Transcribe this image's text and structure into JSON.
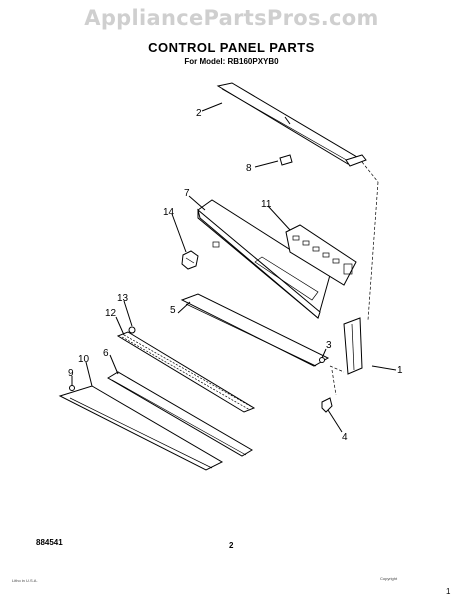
{
  "watermark": "AppliancePartsPros.com",
  "title": "CONTROL PANEL PARTS",
  "model_line": "For Model: RB160PXYB0",
  "footer": {
    "doc_number": "884541",
    "page_number": "2",
    "fine_print_left": "Litho in U.S.A.",
    "fine_print_right": "Copyright",
    "corner_mark": "1"
  },
  "parts": [
    {
      "number": "1"
    },
    {
      "number": "2"
    },
    {
      "number": "3"
    },
    {
      "number": "4"
    },
    {
      "number": "5"
    },
    {
      "number": "6"
    },
    {
      "number": "7"
    },
    {
      "number": "8"
    },
    {
      "number": "9"
    },
    {
      "number": "10"
    },
    {
      "number": "11"
    },
    {
      "number": "12"
    },
    {
      "number": "13"
    },
    {
      "number": "14"
    }
  ]
}
